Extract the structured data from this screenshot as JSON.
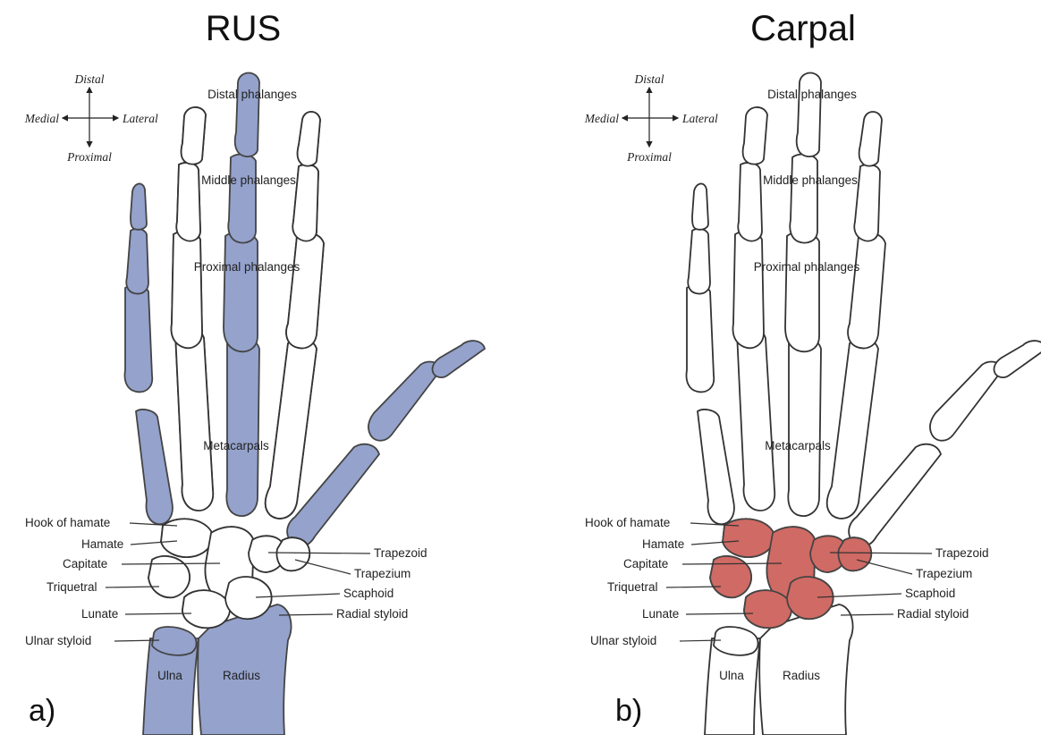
{
  "panels": [
    {
      "title": "RUS",
      "letter": "a)",
      "highlight_color": "#94a2cc",
      "highlighted_group": "radius, ulna and short bones"
    },
    {
      "title": "Carpal",
      "letter": "b)",
      "highlight_color": "#d06a64",
      "highlighted_group": "carpal bones"
    }
  ],
  "orientation": {
    "distal": "Distal",
    "proximal": "Proximal",
    "medial": "Medial",
    "lateral": "Lateral"
  },
  "labels": {
    "distal_phalanges": "Distal phalanges",
    "middle_phalanges": "Middle phalanges",
    "proximal_phalanges": "Proximal phalanges",
    "metacarpals": "Metacarpals",
    "hook_of_hamate": "Hook of hamate",
    "hamate": "Hamate",
    "capitate": "Capitate",
    "triquetral": "Triquetral",
    "lunate": "Lunate",
    "ulnar_styloid": "Ulnar styloid",
    "trapezoid": "Trapezoid",
    "trapezium": "Trapezium",
    "scaphoid": "Scaphoid",
    "radial_styloid": "Radial styloid",
    "ulna": "Ulna",
    "radius": "Radius"
  }
}
